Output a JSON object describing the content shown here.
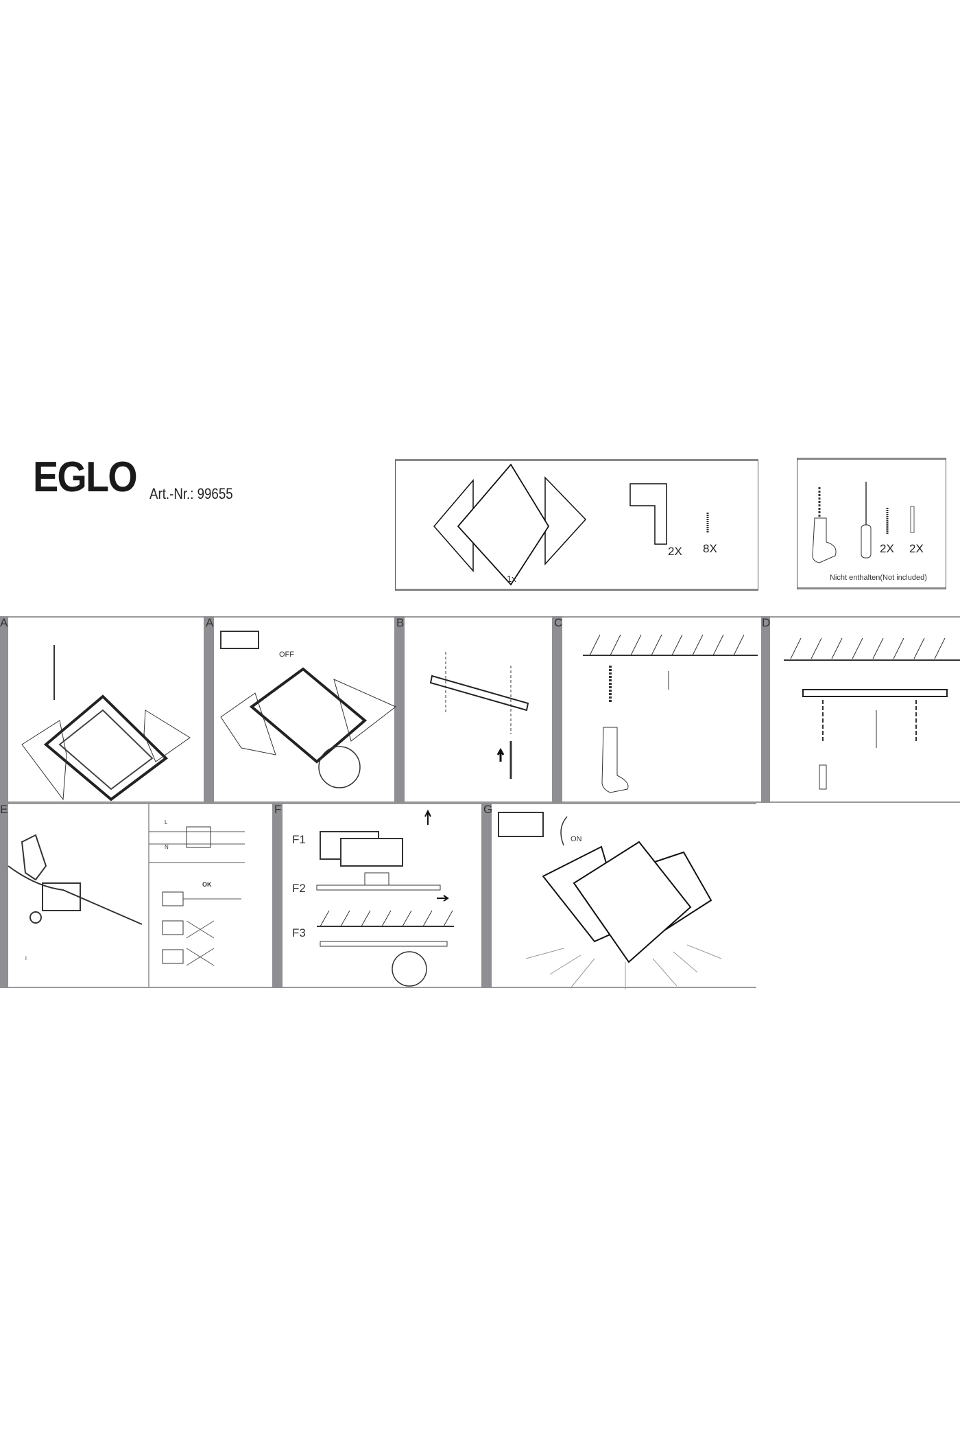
{
  "header": {
    "brand": "EGLO",
    "article_label": "Art.-Nr.:",
    "article_number": "99655"
  },
  "parts": {
    "lamp_count": "1x",
    "bracket_count": "2X",
    "screw_count": "8X"
  },
  "tools": {
    "screw_count": "2X",
    "dowel_count": "2X",
    "note": "Nicht enthalten(Not included)"
  },
  "steps": {
    "a1": "A",
    "a2": "A",
    "a2_off": "OFF",
    "b": "B",
    "c": "C",
    "d": "D",
    "e": "E",
    "f": "F",
    "f1": "F1",
    "f2": "F2",
    "f3": "F3",
    "g": "G",
    "g_on": "ON"
  },
  "wiring": {
    "l": "L",
    "n": "N",
    "ok": "OK",
    "e_mark": "i"
  }
}
